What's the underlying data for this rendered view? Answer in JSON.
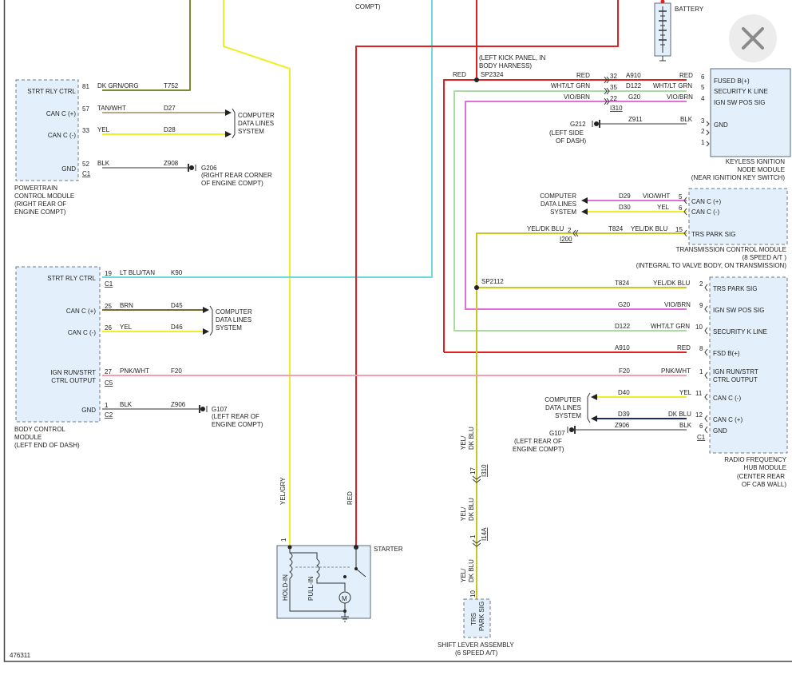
{
  "colors": {
    "red": "#e02020",
    "yellow": "#f0ee28",
    "green": "#a8dca0",
    "violet": "#e070d8",
    "cyan": "#6adada",
    "tan": "#b8a888",
    "olive": "#7a8a30",
    "brown": "#7a6a30",
    "pink": "#f0a0b0",
    "darkblue": "#1a2a70",
    "black": "#222222"
  },
  "close_icon": "close-icon",
  "figure_id": "476311",
  "top_note": "COMPT)",
  "battery": {
    "label": "BATTERY"
  },
  "sp2324": {
    "note1": "(LEFT KICK PANEL, IN",
    "note2": "BODY HARNESS)",
    "name": "SP2324"
  },
  "sp2112": {
    "name": "SP2112"
  },
  "pcm": {
    "name1": "POWERTRAIN",
    "name2": "CONTROL MODULE",
    "name3": "(RIGHT REAR OF",
    "name4": "ENGINE COMPT)",
    "pins": [
      {
        "label": "STRT RLY CTRL",
        "pin": "81",
        "color": "DK GRN/ORG",
        "circuit": "T752"
      },
      {
        "label": "CAN C (+)",
        "pin": "57",
        "color": "TAN/WHT",
        "circuit": "D27"
      },
      {
        "label": "CAN C (-)",
        "pin": "33",
        "color": "YEL",
        "circuit": "D28"
      },
      {
        "label": "GND",
        "pin": "52",
        "color": "BLK",
        "circuit": "Z908",
        "conn": "C1"
      }
    ],
    "cdl": [
      "COMPUTER",
      "DATA LINES",
      "SYSTEM"
    ],
    "ground": {
      "name": "G206",
      "l1": "(RIGHT REAR CORNER",
      "l2": "OF ENGINE COMPT)"
    }
  },
  "bcm": {
    "name1": "BODY CONTROL",
    "name2": "MODULE",
    "name3": "(LEFT END OF DASH)",
    "pins": [
      {
        "label": "STRT RLY CTRL",
        "pin": "19",
        "color": "LT BLU/TAN",
        "circuit": "K90",
        "conn": "C1"
      },
      {
        "label": "CAN C (+)",
        "pin": "25",
        "color": "BRN",
        "circuit": "D45"
      },
      {
        "label": "CAN C (-)",
        "pin": "26",
        "color": "YEL",
        "circuit": "D46"
      },
      {
        "label1": "IGN RUN/STRT",
        "label2": "CTRL OUTPUT",
        "pin": "27",
        "color": "PNK/WHT",
        "circuit": "F20",
        "conn": "C5"
      },
      {
        "label": "GND",
        "pin": "1",
        "color": "BLK",
        "circuit": "Z906",
        "conn": "C2"
      }
    ],
    "cdl": [
      "COMPUTER",
      "DATA LINES",
      "SYSTEM"
    ],
    "ground": {
      "name": "G107",
      "l1": "(LEFT REAR OF",
      "l2": "ENGINE COMPT)"
    }
  },
  "kin": {
    "name1": "KEYLESS IGNITION",
    "name2": "NODE MODULE",
    "name3": "(NEAR IGNITION KEY SWITCH)",
    "pins": [
      {
        "label": "FUSED B(+)",
        "pin": "6",
        "color": "RED",
        "circuit": "A910",
        "cpin": "32"
      },
      {
        "label": "SECURITY K LINE",
        "pin": "5",
        "color": "WHT/LT GRN",
        "circuit": "D122",
        "cpin": "35"
      },
      {
        "label": "IGN SW POS SIG",
        "pin": "4",
        "color": "VIO/BRN",
        "circuit": "G20",
        "cpin": "22"
      },
      {
        "label": "GND",
        "pin": "3",
        "color": "BLK",
        "circuit": "Z911"
      }
    ],
    "extra_pins": [
      "2",
      "1"
    ],
    "conn": "I310",
    "red_left": "RED",
    "ground": {
      "name": "G212",
      "l1": "(LEFT SIDE",
      "l2": "OF DASH)"
    }
  },
  "tcm": {
    "name1": "TRANSMISSION CONTROL MODULE",
    "name2": "(8 SPEED A/T )",
    "name3": "(INTEGRAL TO VALVE BODY, ON TRANSMISSION)",
    "pins": [
      {
        "label": "CAN C (+)",
        "pin": "5",
        "color": "VIO/WHT",
        "circuit": "D29"
      },
      {
        "label": "CAN C (-)",
        "pin": "6",
        "color": "YEL",
        "circuit": "D30"
      },
      {
        "label": "TRS PARK SIG",
        "pin": "15",
        "color": "YEL/DK BLU",
        "circuit": "T824"
      }
    ],
    "cdl": [
      "COMPUTER",
      "DATA LINES",
      "SYSTEM"
    ],
    "left_color": "YEL/DK BLU",
    "left_pin": "2",
    "left_conn": "I200"
  },
  "rfh": {
    "name1": "RADIO FREQUENCY",
    "name2": "HUB MODULE",
    "name3": "(CENTER REAR",
    "name4": "OF CAB WALL)",
    "pins": [
      {
        "label": "TRS PARK SIG",
        "pin": "2",
        "color": "YEL/DK BLU",
        "circuit": "T824"
      },
      {
        "label": "IGN SW POS SIG",
        "pin": "9",
        "color": "VIO/BRN",
        "circuit": "G20"
      },
      {
        "label": "SECURITY K LINE",
        "pin": "10",
        "color": "WHT/LT GRN",
        "circuit": "D122"
      },
      {
        "label": "FSD B(+)",
        "pin": "8",
        "color": "RED",
        "circuit": "A910"
      },
      {
        "label1": "IGN RUN/STRT",
        "label2": "CTRL OUTPUT",
        "pin": "1",
        "color": "PNK/WHT",
        "circuit": "F20"
      },
      {
        "label": "CAN C (-)",
        "pin": "11",
        "color": "YEL",
        "circuit": "D40"
      },
      {
        "label": "CAN C (+)",
        "pin": "12",
        "color": "DK BLU",
        "circuit": "D39"
      },
      {
        "label": "GND",
        "pin": "6",
        "color": "BLK",
        "circuit": "Z906",
        "conn": "C1"
      }
    ],
    "cdl": [
      "COMPUTER",
      "DATA LINES",
      "SYSTEM"
    ],
    "ground": {
      "name": "G107",
      "l1": "(LEFT REAR OF",
      "l2": "ENGINE COMPT)"
    }
  },
  "starter": {
    "label": "STARTER",
    "hold": "HOLD-IN",
    "pull": "PULL-IN",
    "motor": "M",
    "yel_label": "YEL/GRY",
    "red_label": "RED",
    "pin": "1"
  },
  "shift": {
    "name1": "SHIFT LEVER ASSEMBLY",
    "name2": "(6 SPEED A/T)",
    "sig1": "TRS",
    "sig2": "PARK SIG",
    "pin": "10",
    "wire_label_1a": "YEL/",
    "wire_label_1b": "DK BLU",
    "wire_label_2a": "YEL/",
    "wire_label_2b": "DK BLU",
    "wire_label_3a": "YEL/",
    "wire_label_3b": "DK BLU",
    "c1_pin": "17",
    "c1_name": "I310",
    "c2_pin": "1",
    "c2_name": "I14A"
  }
}
